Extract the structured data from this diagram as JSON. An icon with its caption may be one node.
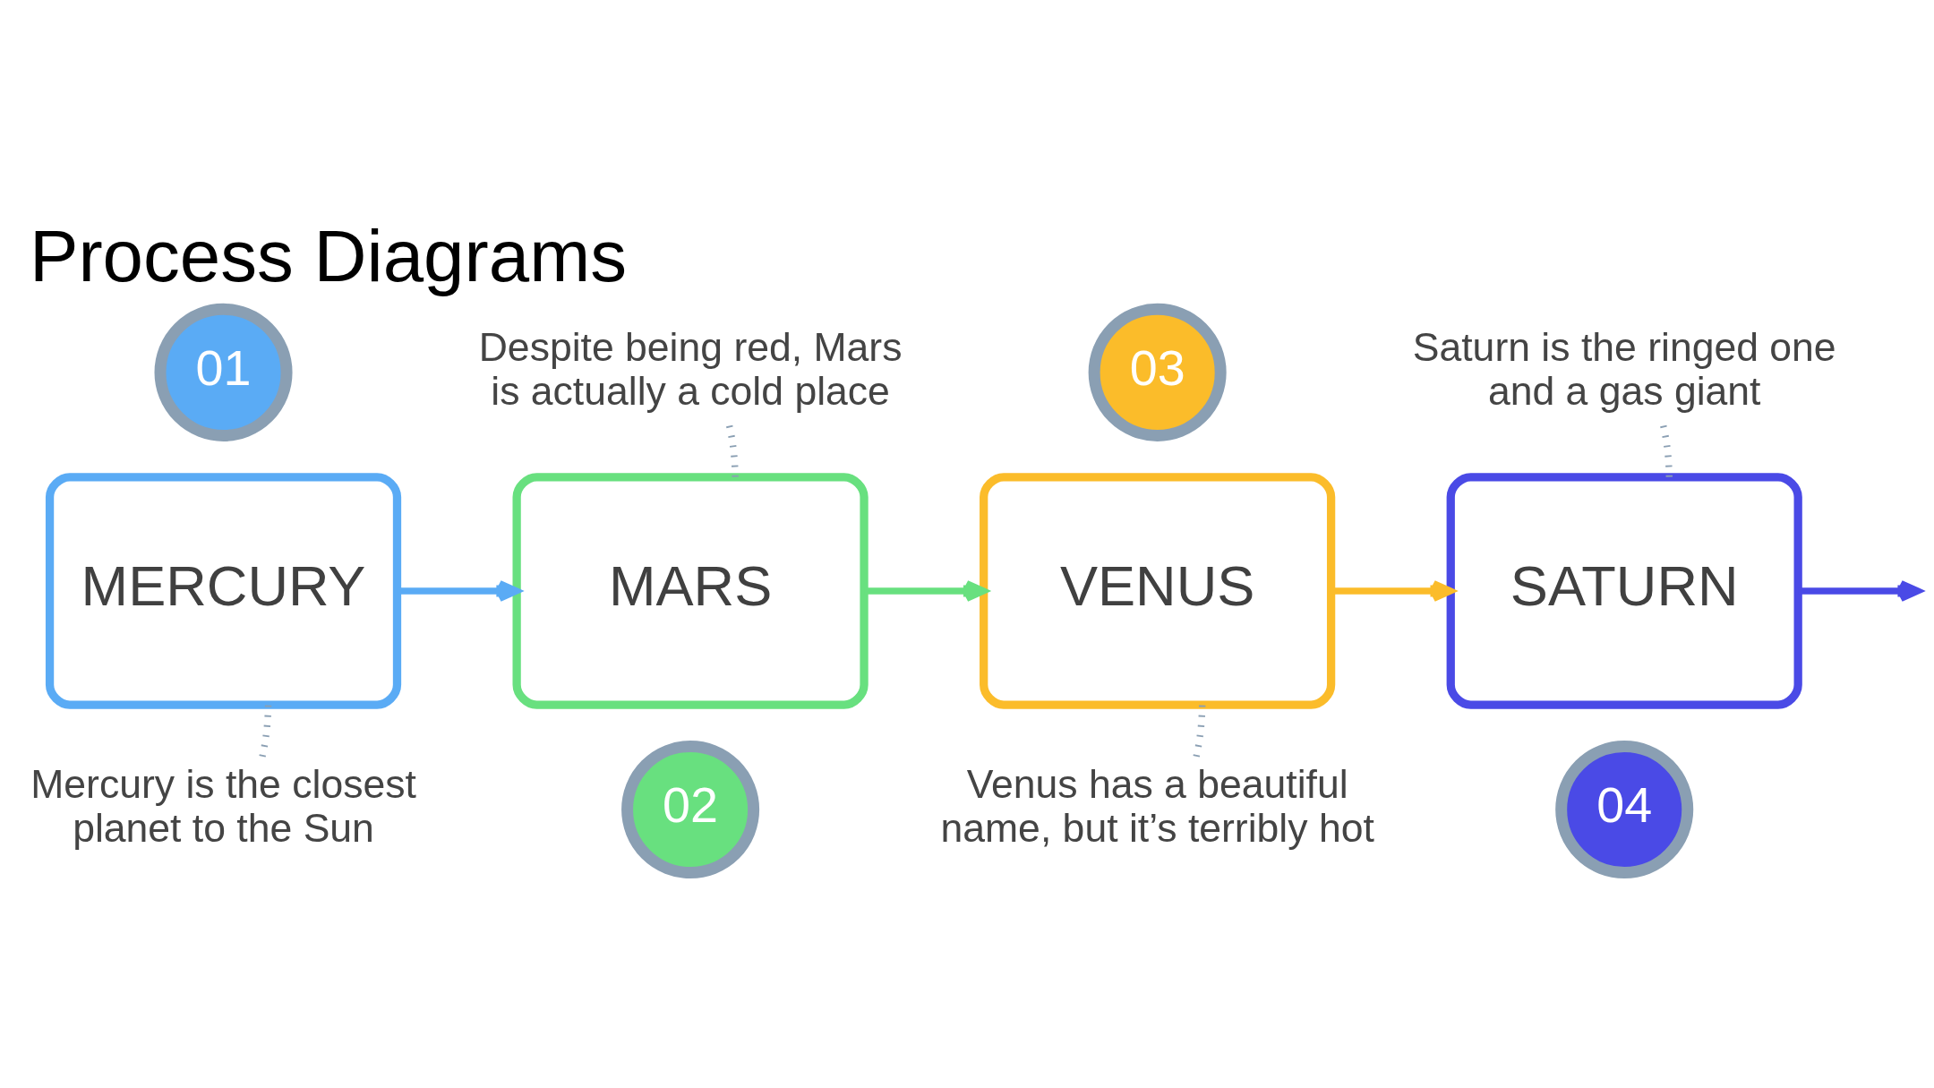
{
  "diagram": {
    "title": "Process Diagrams",
    "nodes": [
      {
        "text": [
          "MERCURY"
        ]
      },
      {
        "text": [
          "01"
        ]
      },
      {
        "text": [
          "Mercury is the closest planet to the Sun"
        ]
      },
      {
        "text": [
          "Despite being red, Mars is actually a cold place"
        ]
      },
      {
        "text": [
          "MARS"
        ]
      },
      {
        "text": [
          "02"
        ]
      },
      {
        "text": [
          "VENUS"
        ]
      },
      {
        "text": [
          "03"
        ]
      },
      {
        "text": [
          "Venus has a beautiful name, but it’s terribly hot"
        ]
      },
      {
        "text": [
          "Saturn is the ringed one and a gas giant"
        ]
      },
      {
        "text": [
          "SATURN"
        ]
      },
      {
        "text": [
          "04"
        ]
      }
    ],
    "edges": [
      {
        "from": 0,
        "to": 4,
        "arrow": "to",
        "color": "#5aabf5"
      },
      {
        "from": 4,
        "to": 6,
        "arrow": "to",
        "color": "#68e07f"
      },
      {
        "from": 6,
        "to": 10,
        "arrow": "to",
        "color": "#fbbc2a"
      },
      {
        "from": 10,
        "to": null,
        "arrow": "to",
        "color": "#4a4ae6"
      },
      {
        "from": 0,
        "to": 2,
        "arrow": "none",
        "style": "dashed",
        "color": "#8a9fb3"
      },
      {
        "from": 4,
        "to": 3,
        "arrow": "none",
        "style": "dashed",
        "color": "#8a9fb3"
      },
      {
        "from": 6,
        "to": 8,
        "arrow": "none",
        "style": "dashed",
        "color": "#8a9fb3"
      },
      {
        "from": 10,
        "to": 9,
        "arrow": "none",
        "style": "dashed",
        "color": "#8a9fb3"
      }
    ]
  }
}
